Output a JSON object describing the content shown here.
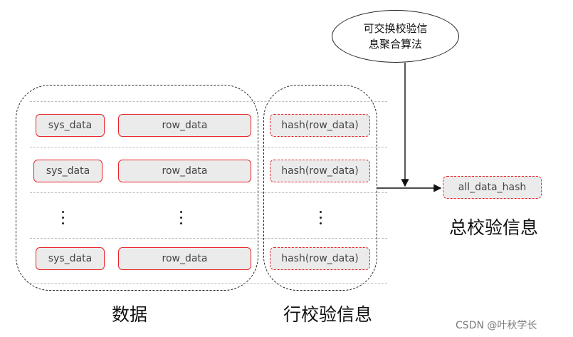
{
  "data_rows": [
    {
      "sys": "sys_data",
      "row": "row_data"
    },
    {
      "sys": "sys_data",
      "row": "row_data"
    },
    {
      "sys": "sys_data",
      "row": "row_data"
    }
  ],
  "hash_rows": [
    "hash(row_data)",
    "hash(row_data)",
    "hash(row_data)"
  ],
  "output": {
    "label": "all_data_hash"
  },
  "algorithm": {
    "line1": "可交换校验信",
    "line2": "息聚合算法"
  },
  "labels": {
    "data": "数据",
    "row_checksum": "行校验信息",
    "total_checksum": "总校验信息"
  },
  "watermark": "CSDN @叶秋学长",
  "colors": {
    "accent": "#e8242a",
    "cell_bg": "#ebebeb"
  }
}
